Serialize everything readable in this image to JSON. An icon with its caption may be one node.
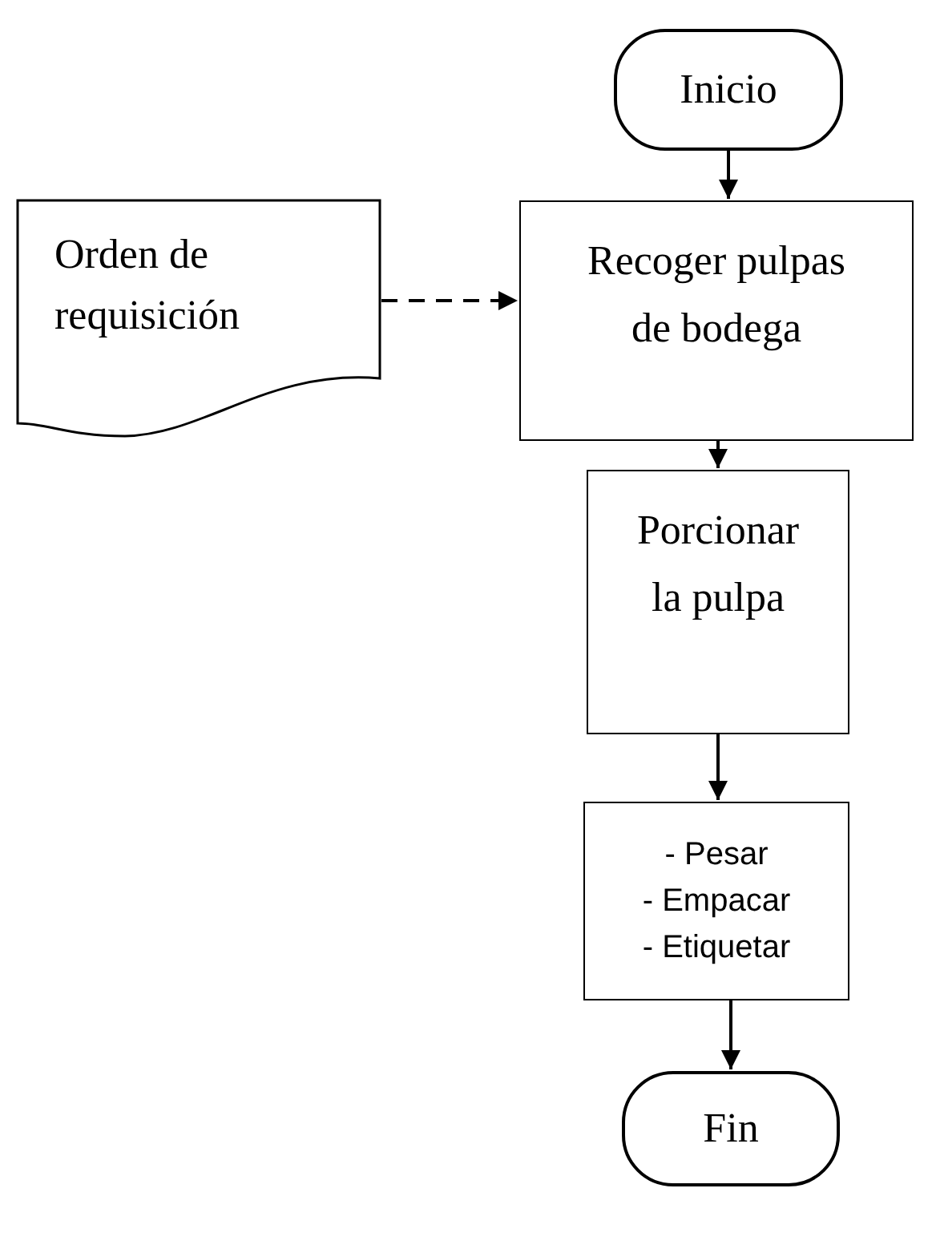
{
  "diagram": {
    "nodes": [
      {
        "text": [
          "Inicio"
        ]
      },
      {
        "text": [
          "Orden de requisición"
        ]
      },
      {
        "text": [
          "Recoger pulpas de bodega"
        ]
      },
      {
        "text": [
          "Porcionar la pulpa"
        ]
      },
      {
        "text": [
          "- Pesar",
          "- Empacar",
          "- Etiquetar"
        ]
      },
      {
        "text": [
          "Fin"
        ]
      }
    ],
    "edges": [
      {
        "from": 0,
        "to": 2,
        "arrow": "to"
      },
      {
        "from": 1,
        "to": 2,
        "arrow": "to",
        "style": "dashed"
      },
      {
        "from": 2,
        "to": 3,
        "arrow": "to"
      },
      {
        "from": 3,
        "to": 4,
        "arrow": "to"
      },
      {
        "from": 4,
        "to": 5,
        "arrow": "to"
      }
    ]
  }
}
